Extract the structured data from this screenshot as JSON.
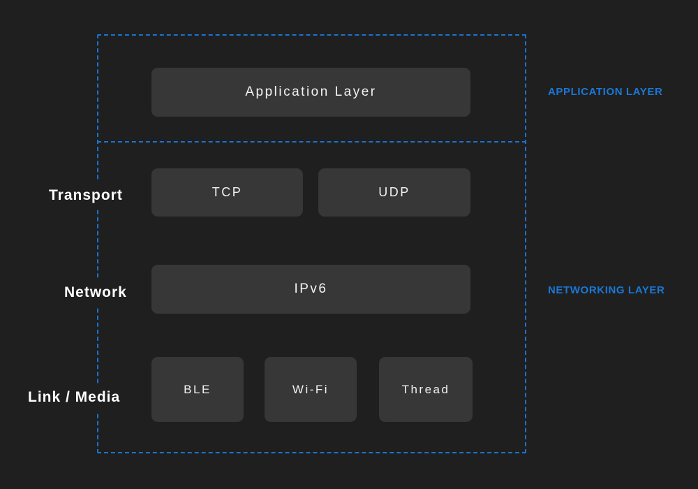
{
  "colors": {
    "background": "#1f1f1f",
    "accent_blue": "#1a73cf",
    "box_fill": "#373737",
    "box_text": "#f2f2f2",
    "row_label_text": "#ffffff"
  },
  "diagram": {
    "application_box": "Application Layer",
    "side_labels": {
      "application": "APPLICATION LAYER",
      "networking": "NETWORKING LAYER"
    },
    "rows": [
      {
        "label": "Transport",
        "boxes": [
          "TCP",
          "UDP"
        ]
      },
      {
        "label": "Network",
        "boxes": [
          "IPv6"
        ]
      },
      {
        "label": "Link / Media",
        "boxes": [
          "BLE",
          "Wi-Fi",
          "Thread"
        ]
      }
    ]
  }
}
